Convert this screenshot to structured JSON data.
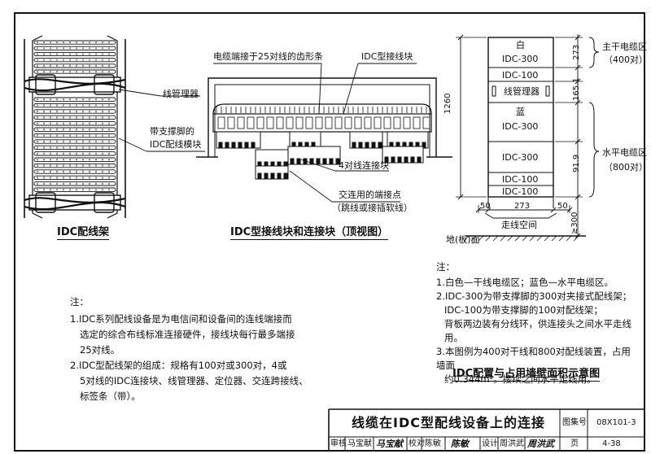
{
  "left_figure": {
    "callout_wire_manager": "线管理器",
    "callout_module_line1": "带支撑脚的",
    "callout_module_line2": "IDC配线模块",
    "caption": "IDC配线架"
  },
  "center_figure": {
    "label_comb": "电缆端接于25对线的齿形条",
    "label_block": "IDC型接线块",
    "label_4pair": "4对线连接块",
    "label_cross_line1": "交连用的端接点",
    "label_cross_line2": "（跳线或接插软线）",
    "caption": "IDC型接线块和连接块（顶视图）"
  },
  "right_figure": {
    "white_label": "白",
    "idc300_a": "IDC-300",
    "idc100_a": "IDC-100",
    "wire_manager": "线管理器",
    "blue_label": "蓝",
    "idc300_b": "IDC-300",
    "idc300_c": "IDC-300",
    "idc100_b": "IDC-100",
    "idc100_c": "IDC-100",
    "dim_1260": "1260",
    "dim_273_top": "273",
    "dim_165": "165.1",
    "dim_919": "91.9",
    "dim_50_left": "50",
    "dim_273_bottom": "273",
    "dim_50_right": "50",
    "dim_300": "≥300",
    "walkway": "走线空间",
    "floor": "地(板)面",
    "zone_main_line1": "主干电缆区",
    "zone_main_line2": "（400对）",
    "zone_horiz_line1": "水平电缆区",
    "zone_horiz_line2": "（800对）",
    "caption": "IDC配置与占用墙壁面积示意图"
  },
  "notes_left": {
    "heading": "注：",
    "items": [
      "1.IDC系列配线设备是为电信间和设备间的连线端接而",
      "选定的综合布线标准连接硬件，接线块每行最多端接",
      "25对线。",
      "2.IDC型配线架的组成：规格有100对或300对，4或",
      "5对线的IDC连接块、线管理器、定位器、交连跨接线、",
      "标签条（带）。"
    ]
  },
  "notes_right": {
    "heading": "注：",
    "items": [
      "1.白色—干线电缆区；蓝色—水平电缆区。",
      "2.IDC-300为带支撑脚的300对夹接式配线架；",
      "IDC-100为带支撑脚的100对配线架；",
      "背板两边装有分线环，供连接头之间水平走线用。",
      "3.本图例为400对干线和800对配线装置，占用墙面",
      "约0.344m²。接续之间水平走线用。"
    ]
  },
  "title_block": {
    "drawing_title": "线缆在IDC型配线设备上的连接",
    "atlas_label": "图集号",
    "atlas_no": "08X101-3",
    "review_label": "审核",
    "reviewer": "马宝献",
    "reviewer_sig": "马宝献",
    "check_label": "校对",
    "checker": "陈敏",
    "checker_sig": "陈敏",
    "design_label": "设计",
    "designer": "周洪武",
    "designer_sig": "周洪武",
    "page_label": "页",
    "page_no": "4-38"
  }
}
